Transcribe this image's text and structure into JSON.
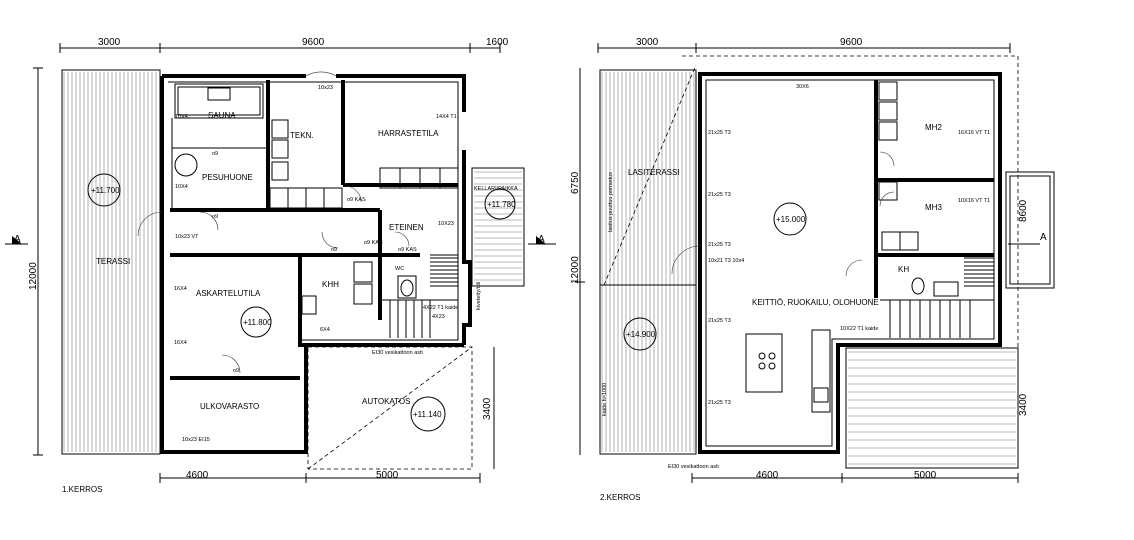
{
  "plan1": {
    "caption": "1.KERROS",
    "dims": {
      "top_left": "3000",
      "top_mid": "9600",
      "top_right": "1600",
      "left_height": "12000",
      "bottom_left": "4600",
      "bottom_right": "5000",
      "right_carport": "3400"
    },
    "rooms": {
      "terassi": "TERASSI",
      "sauna": "SAUNA",
      "pesuhuone": "PESUHUONE",
      "tekn": "TEKN.",
      "harrastetila": "HARRASTETILA",
      "askartelutila": "ASKARTELUTILA",
      "khh": "KHH",
      "wc": "WC",
      "eteinen": "ETEINEN",
      "ulkovarasto": "ULKOVARASTO",
      "autokatos": "AUTOKATOS",
      "kellaripaikka": "KELLARI/PAIKKA"
    },
    "levels": {
      "terrace": "+11.700",
      "ask": "+11.800",
      "carport": "+11.140",
      "entry": "+11.780"
    },
    "notes": {
      "ei30": "EI30 vesikattoon asti",
      "w1": "10x23",
      "w2": "14X4 T1",
      "w3": "10X4",
      "w4": "10X4",
      "w5": "10x23 VT",
      "w6": "10X23",
      "w7": "4X23",
      "w8": "4X22 T1 kaide",
      "w9": "16X4",
      "w10": "16X4",
      "w11": "6X4",
      "w12": "10x23 EI15",
      "d1": "o9",
      "d2": "o9",
      "d3": "o9 KAS",
      "d4": "o9 KAS",
      "d5": "o9 KAS",
      "d6": "o9",
      "d7": "o9",
      "stair": "kivetetty/tiili",
      "a_left": "A",
      "a_right": "A"
    }
  },
  "plan2": {
    "caption": "2.KERROS",
    "dims": {
      "top_left": "3000",
      "top_mid": "9600",
      "left_6750": "6750",
      "left_12000": "12000",
      "right_8600": "8600",
      "right_3400": "3400",
      "bottom_left": "4600",
      "bottom_right": "5000"
    },
    "rooms": {
      "lasiterassi": "LASITERASSI",
      "mh2": "MH2",
      "mh3": "MH3",
      "kh": "KH",
      "keittio": "KEITTIÖ, RUOKAILU, OLOHUONE"
    },
    "levels": {
      "main": "+15.000",
      "terrace": "+14.900"
    },
    "notes": {
      "ei30": "EI30 vesikattoon asti",
      "w_top": "30X6",
      "w1": "21x25 T3",
      "w2": "21x25 T3",
      "w3": "21x25 T3",
      "w4": "21x25 T3",
      "w5": "21x25 T3",
      "w6": "16X16 VT T1",
      "w7": "10X16 VT T1",
      "w8": "10x21 T3 10x4",
      "w9": "10X22 T1 kaide",
      "glass": "lasitus puuttuu porrastus",
      "rail": "kaide h=1000",
      "a_right": "A"
    }
  }
}
